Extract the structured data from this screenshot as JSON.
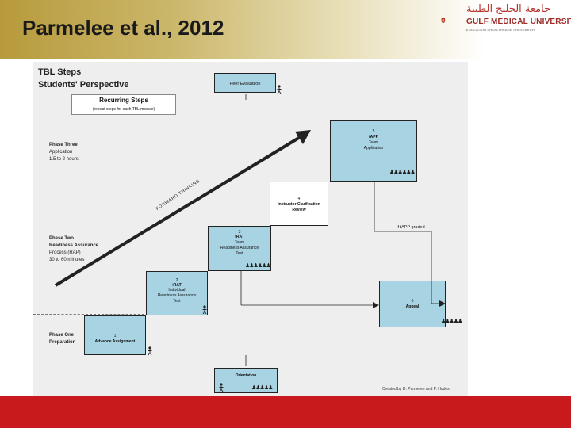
{
  "slide": {
    "title": "Parmelee et al., 2012",
    "logo": {
      "arabic": "جامعة الخليج الطبية",
      "name": "GULF MEDICAL UNIVERSITY",
      "tagline": "EDUCATION • HEALTHCARE • RESEARCH"
    }
  },
  "diagram": {
    "heading1": "TBL Steps",
    "heading2": "Students' Perspective",
    "recurring_title": "Recurring Steps",
    "recurring_sub": "(repeat steps for each TBL module)",
    "peer_evaluation": "Peer Evaluation",
    "phase_three": [
      "Phase Three",
      "Application",
      "1.5 to 2 hours"
    ],
    "phase_two": [
      "Phase Two",
      "Readiness Assurance",
      "Process (RAP)",
      "30 to 60 minutes"
    ],
    "phase_one": [
      "Phase One",
      "Preparation"
    ],
    "arrow_label": "FORWARD THINKING",
    "steps": {
      "s1": [
        "1",
        "Advance Assignment"
      ],
      "s2": [
        "2",
        "iRAT",
        "Individual",
        "Readiness Assurance",
        "Test"
      ],
      "s3": [
        "3",
        "tRAT",
        "Team",
        "Readiness Assurance",
        "Test"
      ],
      "s4": [
        "4",
        "Instructor Clarification",
        "Review"
      ],
      "s5": [
        "5",
        "tAPP",
        "Team",
        "Application"
      ],
      "s6": [
        "6",
        "Appeal"
      ]
    },
    "if_graded": "If tAPP graded",
    "orientation": "Orientation",
    "credit": "Created by  D. Parmelee and P. Hudes",
    "colors": {
      "box_fill": "#a8d3e3",
      "orientation_fill": "#a8d3e3",
      "step_fill": "#ffffff",
      "footer": "#c8191c"
    }
  }
}
